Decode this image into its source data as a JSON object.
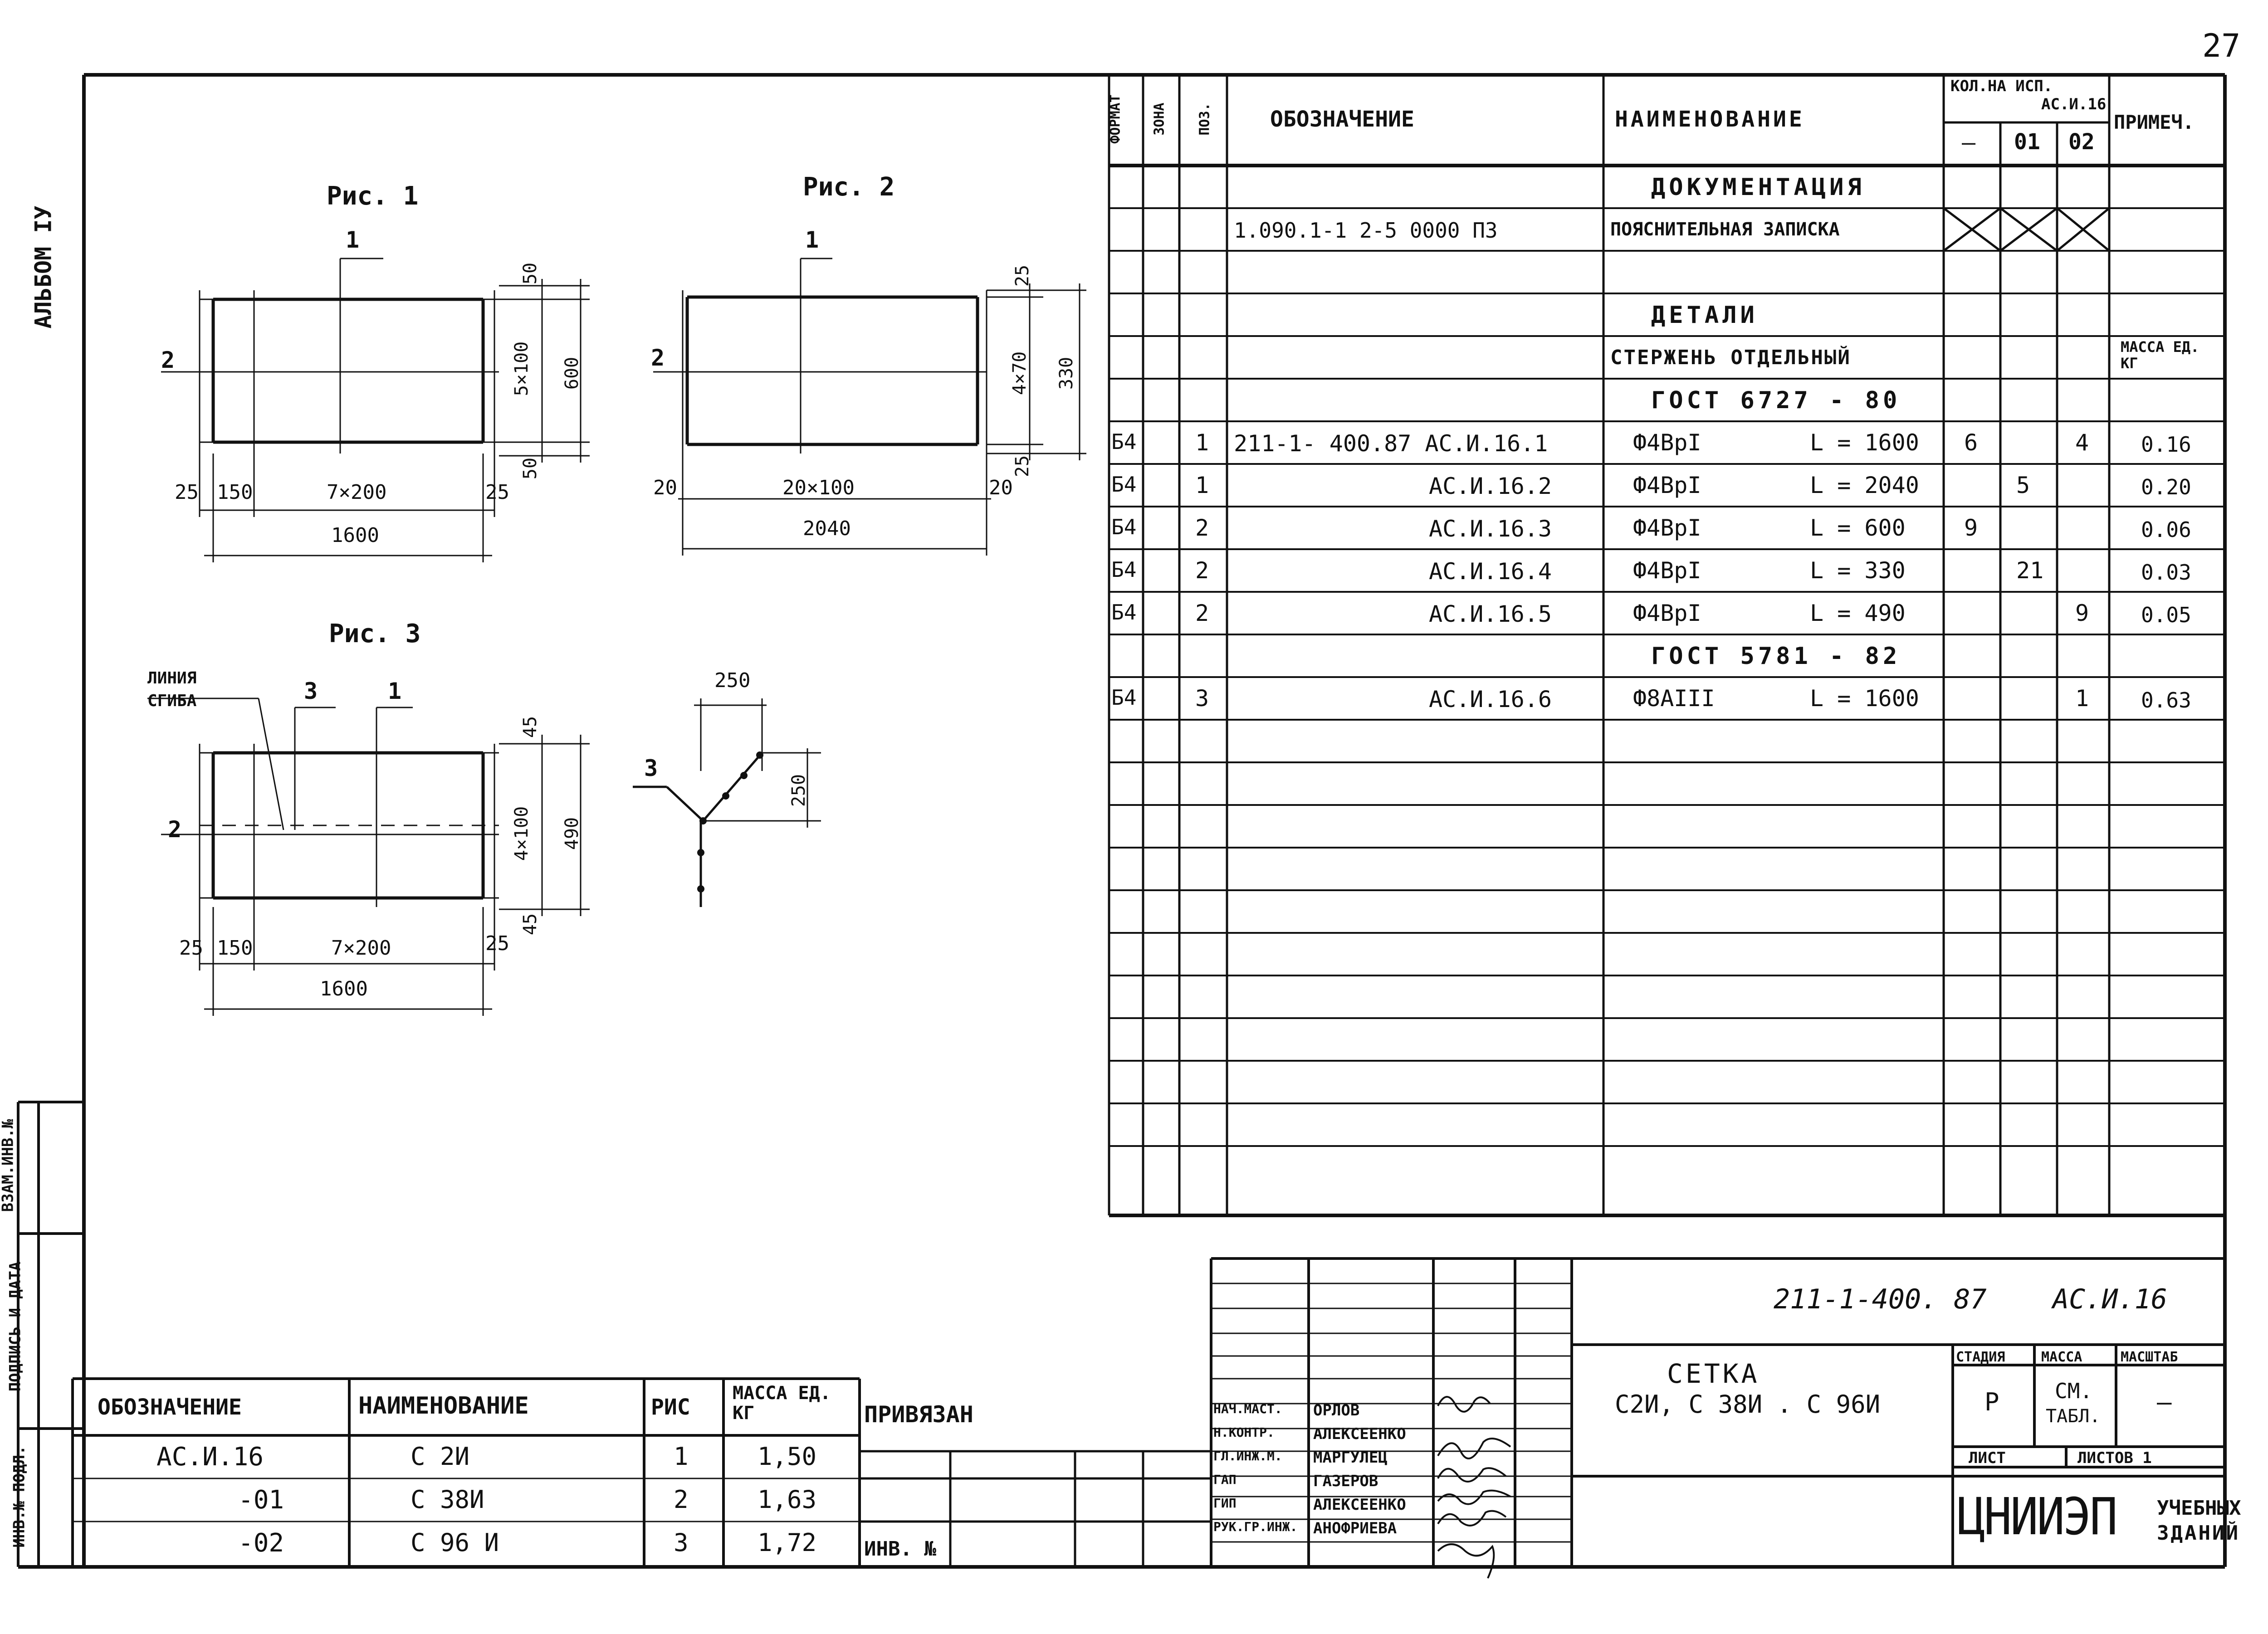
{
  "page": {
    "number": "27",
    "album": "АЛЬБОМ IУ"
  },
  "side_stamp": {
    "vzam_inv": "ВЗАМ.ИНВ.№",
    "podpis_data": "ПОДПИСЬ И ДАТА",
    "inv_podl": "ИНВ.№ ПОДЛ."
  },
  "figures": {
    "fig1": {
      "title": "Рис. 1",
      "pos_top": "1",
      "pos_left": "2",
      "dim_left_25": "25",
      "dim_150": "150",
      "dim_7x200": "7×200",
      "dim_right_25": "25",
      "dim_total": "1600",
      "dim_50_top": "50",
      "dim_5x100": "5×100",
      "dim_600": "600",
      "dim_50_bot": "50"
    },
    "fig2": {
      "title": "Рис. 2",
      "pos_top": "1",
      "pos_left": "2",
      "dim_left_20": "20",
      "dim_20x100": "20×100",
      "dim_right_20": "20",
      "dim_total": "2040",
      "dim_25_top": "25",
      "dim_4x70": "4×70",
      "dim_330": "330",
      "dim_25_bot": "25"
    },
    "fig3": {
      "title": "Рис. 3",
      "bend_label_1": "ЛИНИЯ",
      "bend_label_2": "СГИБА",
      "pos_3": "3",
      "pos_1": "1",
      "pos_2": "2",
      "dim_left_25": "25",
      "dim_150": "150",
      "dim_7x200": "7×200",
      "dim_right_25": "25",
      "dim_total": "1600",
      "dim_45_top": "45",
      "dim_4x100": "4×100",
      "dim_490": "490",
      "dim_45_bot": "45"
    },
    "fig3_section": {
      "pos_3": "3",
      "dim_250_h": "250",
      "dim_250_v": "250"
    }
  },
  "spec": {
    "headers": {
      "format": "ФОРМАТ",
      "zona": "ЗОНА",
      "poz": "ПОЗ.",
      "oboznachenie": "ОБОЗНАЧЕНИЕ",
      "naimenovanie": "НАИМЕНОВАНИЕ",
      "kol_na_isp_1": "КОЛ.НА ИСП.",
      "kol_na_isp_2": "АС.И.16",
      "col_dash": "—",
      "col_01": "01",
      "col_02": "02",
      "primech": "ПРИМЕЧ."
    },
    "rows": [
      {
        "format": "",
        "poz": "",
        "oboz": "",
        "naim": "ДОКУМЕНТАЦИЯ",
        "k0": "",
        "k1": "",
        "k2": "",
        "prim": "",
        "kind": "section"
      },
      {
        "format": "",
        "poz": "",
        "oboz": "1.090.1-1 2-5   0000 ПЗ",
        "naim": "ПОЯСНИТЕЛЬНАЯ ЗАПИСКА",
        "k0": "",
        "k1": "",
        "k2": "",
        "prim": "",
        "kind": "crossed"
      },
      {
        "format": "",
        "poz": "",
        "oboz": "",
        "naim": "",
        "k0": "",
        "k1": "",
        "k2": "",
        "prim": "",
        "kind": "empty"
      },
      {
        "format": "",
        "poz": "",
        "oboz": "",
        "naim": "ДЕТАЛИ",
        "k0": "",
        "k1": "",
        "k2": "",
        "prim": "",
        "kind": "section"
      },
      {
        "format": "",
        "poz": "",
        "oboz": "",
        "naim": "СТЕРЖЕНЬ ОТДЕЛЬНЫЙ",
        "k0": "",
        "k1": "",
        "k2": "",
        "prim": "МАССА ЕД. КГ",
        "kind": "left"
      },
      {
        "format": "",
        "poz": "",
        "oboz": "",
        "naim": "ГОСТ 6727 - 80",
        "k0": "",
        "k1": "",
        "k2": "",
        "prim": "",
        "kind": "section"
      },
      {
        "format": "Б4",
        "poz": "1",
        "oboz": "211-1- 400.87  АС.И.16.1",
        "naim": "Ф4ВрI",
        "len": "L = 1600",
        "k0": "6",
        "k1": "",
        "k2": "4",
        "prim": "0.16",
        "kind": "item"
      },
      {
        "format": "Б4",
        "poz": "1",
        "oboz": "АС.И.16.2",
        "naim": "Ф4ВрI",
        "len": "L = 2040",
        "k0": "",
        "k1": "5",
        "k2": "",
        "prim": "0.20",
        "kind": "item"
      },
      {
        "format": "Б4",
        "poz": "2",
        "oboz": "АС.И.16.3",
        "naim": "Ф4ВрI",
        "len": "L = 600",
        "k0": "9",
        "k1": "",
        "k2": "",
        "prim": "0.06",
        "kind": "item"
      },
      {
        "format": "Б4",
        "poz": "2",
        "oboz": "АС.И.16.4",
        "naim": "Ф4ВрI",
        "len": "L = 330",
        "k0": "",
        "k1": "21",
        "k2": "",
        "prim": "0.03",
        "kind": "item"
      },
      {
        "format": "Б4",
        "poz": "2",
        "oboz": "АС.И.16.5",
        "naim": "Ф4ВрI",
        "len": "L = 490",
        "k0": "",
        "k1": "",
        "k2": "9",
        "prim": "0.05",
        "kind": "item"
      },
      {
        "format": "",
        "poz": "",
        "oboz": "",
        "naim": "ГОСТ 5781 - 82",
        "k0": "",
        "k1": "",
        "k2": "",
        "prim": "",
        "kind": "section"
      },
      {
        "format": "Б4",
        "poz": "3",
        "oboz": "АС.И.16.6",
        "naim": "Ф8АIII",
        "len": "L = 1600",
        "k0": "",
        "k1": "",
        "k2": "1",
        "prim": "0.63",
        "kind": "item"
      }
    ]
  },
  "bottom_table": {
    "headers": {
      "oboz": "ОБОЗНАЧЕНИЕ",
      "naim": "НАИМЕНОВАНИЕ",
      "ris": "РИС",
      "massa": "МАССА ЕД. КГ"
    },
    "rows": [
      {
        "oboz": "АС.И.16",
        "naim": "С 2И",
        "ris": "1",
        "massa": "1,50"
      },
      {
        "oboz": "-01",
        "naim": "С 38И",
        "ris": "2",
        "massa": "1,63"
      },
      {
        "oboz": "-02",
        "naim": "С 96 И",
        "ris": "3",
        "massa": "1,72"
      }
    ]
  },
  "privyazan": {
    "label": "ПРИВЯЗАН",
    "inv": "ИНВ. №"
  },
  "title_block": {
    "code": "211-1-400. 87",
    "mark": "АС.И.16",
    "title_1": "СЕТКА",
    "title_2": "С2И,  С 38И .  С 96И",
    "stadia_label": "СТАДИЯ",
    "massa_label": "МАССА",
    "masshtab_label": "МАСШТАБ",
    "stadia": "Р",
    "massa_1": "СМ.",
    "massa_2": "ТАБЛ.",
    "masshtab": "—",
    "list_label": "ЛИСТ",
    "listov_label": "ЛИСТОВ 1",
    "org_1": "ЦНИИЭП",
    "org_2": "УЧЕБНЫХ",
    "org_3": "ЗДАНИЙ",
    "signatures": [
      {
        "role": "НАЧ.МАСТ.",
        "name": "ОРЛОВ"
      },
      {
        "role": "Н.КОНТР.",
        "name": "АЛЕКСЕЕНКО"
      },
      {
        "role": "ГЛ.ИНЖ.М.",
        "name": "МАРГУЛЕЦ"
      },
      {
        "role": "ГАП",
        "name": "ГАЗЕРОВ"
      },
      {
        "role": "ГИП",
        "name": "АЛЕКСЕЕНКО"
      },
      {
        "role": "РУК.ГР.ИНЖ.",
        "name": "АНОФРИЕВА"
      }
    ]
  }
}
